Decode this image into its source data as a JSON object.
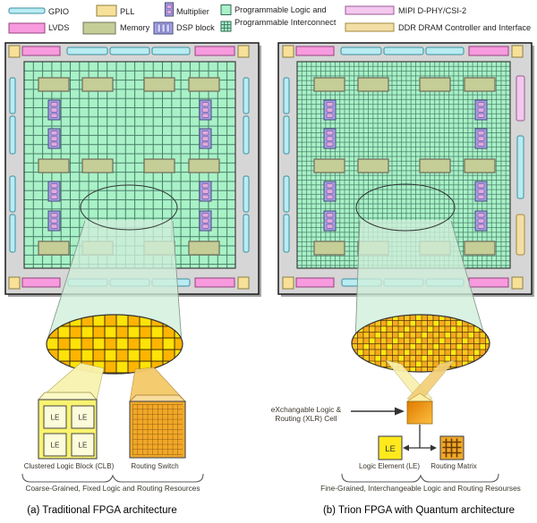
{
  "legend": {
    "gpio": "GPIO",
    "pll": "PLL",
    "multiplier": "Multiplier",
    "prog_logic_line1": "Programmable Logic and",
    "prog_logic_line2": "Programmable Interconnect",
    "mipi": "MIPI D-PHY/CSI-2",
    "lvds": "LVDS",
    "memory": "Memory",
    "dsp": "DSP block",
    "ddr": "DDR DRAM Controller and Interface"
  },
  "left": {
    "le": "LE",
    "clb_label": "Clustered Logic Block (CLB)",
    "routing_switch_label": "Routing Switch",
    "brace_label": "Coarse-Grained, Fixed Logic and Routing Resources",
    "caption": "(a) Traditional FPGA architecture"
  },
  "right": {
    "xlr_line1": "eXchangable Logic &",
    "xlr_line2": "Routing (XLR) Cell",
    "le": "LE",
    "le_label": "Logic Element (LE)",
    "routing_matrix_label": "Routing Matrix",
    "brace_label": "Fine-Grained, Interchangeable Logic and Routing Resourses",
    "caption": "(b) Trion FPGA with Quantum architecture"
  },
  "colors": {
    "gpio_fill": "#b8ecf2",
    "gpio_stroke": "#3d8fa0",
    "lvds_fill": "#f79ade",
    "lvds_stroke": "#94427e",
    "mipi_fill": "#f4c8ee",
    "mipi_stroke": "#9a5a94",
    "pll_fill": "#f7e098",
    "pll_stroke": "#8f7f3f",
    "ddr_fill": "#f3dfa6",
    "ddr_stroke": "#a38a3d",
    "memory_fill": "#c5ce96",
    "multiplier_fill": "#a2a2e4",
    "multiplier_inner": "#e4aade",
    "logic_cell_fill": "#a9f1c7",
    "logic_grid_line": "#49806b",
    "die_fill": "#d6d6d6",
    "checker_yellow": "#ffe207",
    "checker_orange": "#fdb501",
    "clb_fill": "#f9f370",
    "routing_switch_fill": "#f1a827",
    "le_fill": "#ffe81c",
    "cone_green": "#cfeeda"
  }
}
